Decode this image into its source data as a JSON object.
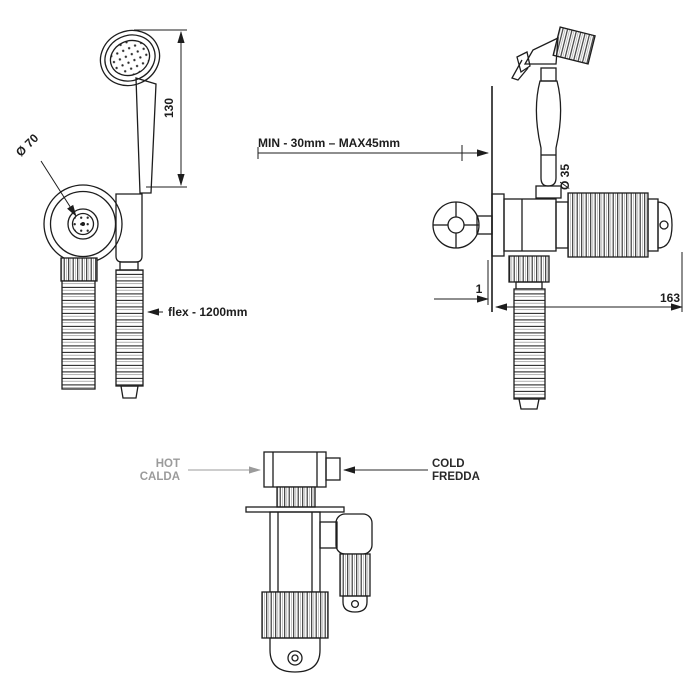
{
  "drawing": {
    "type": "technical-installation-drawing",
    "subject": "hand-spray bidet shower set with wall bracket, flex hose and built-in stop valve",
    "background": "#ffffff",
    "line_color": "#1d1d1d",
    "secondary_label_color": "#9b9b9b"
  },
  "views": {
    "holder_view": {
      "height_dim": "130",
      "holder_diameter": "Ø 70",
      "flex_length": "flex - 1200mm"
    },
    "installation_view": {
      "wall_range": "MIN - 30mm – MAX45mm",
      "handle_diameter": "Ø 35",
      "gap_dim": "1",
      "total_length": "163"
    },
    "top_view": {
      "hot_en": "HOT",
      "hot_it": "CALDA",
      "cold_en": "COLD",
      "cold_it": "FREDDA"
    }
  }
}
